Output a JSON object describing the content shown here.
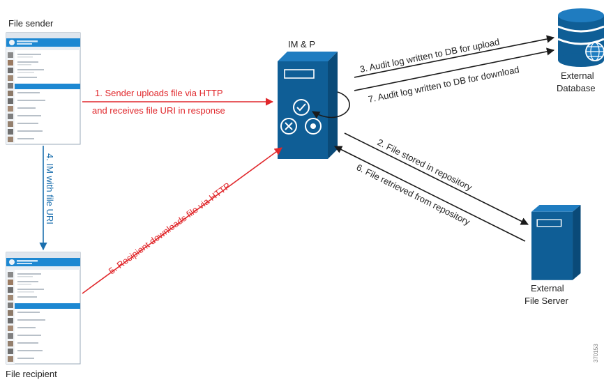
{
  "nodes": {
    "file_sender": {
      "label": "File sender"
    },
    "file_recipient": {
      "label": "File recipient"
    },
    "im_and_p": {
      "label": "IM & P"
    },
    "external_database": {
      "label_line1": "External",
      "label_line2": "Database"
    },
    "external_file_server": {
      "label_line1": "External",
      "label_line2": "File Server"
    }
  },
  "flows": {
    "step1": {
      "line1": "1. Sender uploads file via HTTP",
      "line2": "and receives file URI in response"
    },
    "step2": {
      "label": "2. File stored in repository"
    },
    "step3": {
      "label": "3. Audit log written to DB for upload"
    },
    "step4": {
      "label": "4. IM with file URI"
    },
    "step5": {
      "label": "5. Recipient downloads file via HTTP"
    },
    "step6": {
      "label": "6. File retrieved from repository"
    },
    "step7": {
      "label": "7. Audit log written to DB for download"
    }
  },
  "figure_id": "370153",
  "colors": {
    "http_flow": "#e0272b",
    "im_flow": "#1b6fae",
    "server": "#0f5e96",
    "server_light": "#1f7cc0",
    "arrow_dark": "#1a1a1a"
  }
}
